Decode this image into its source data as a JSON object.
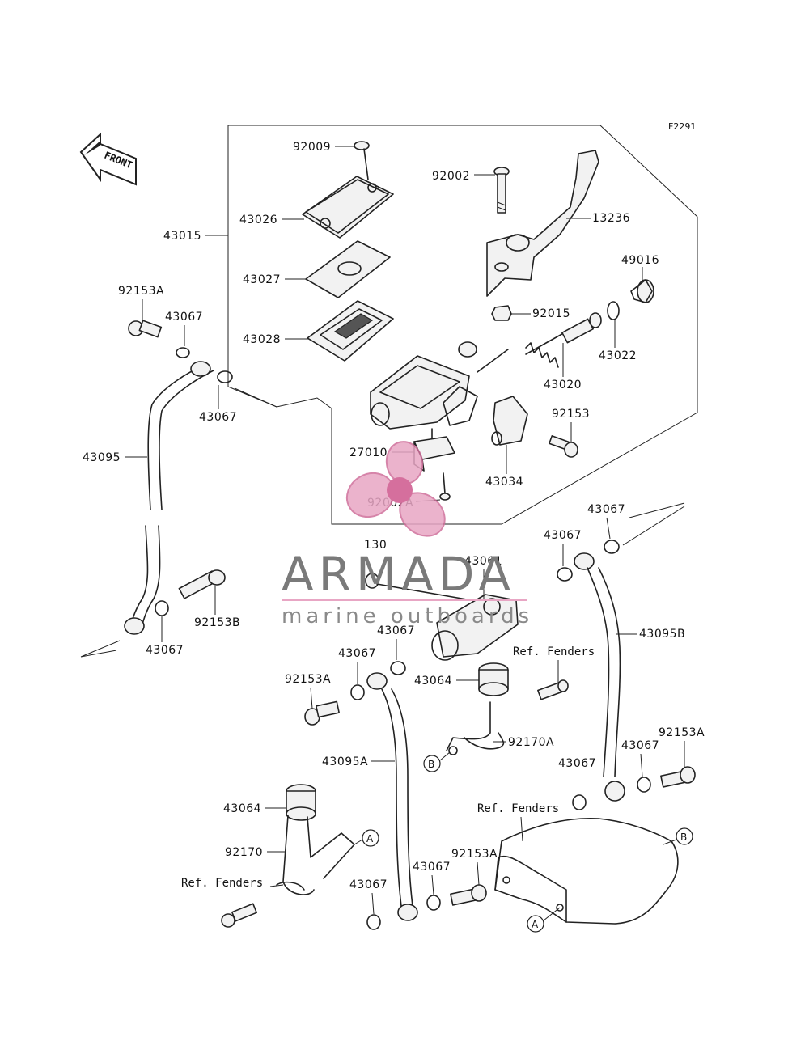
{
  "figure_code": "F2291",
  "front_label": "FRONT",
  "watermark": {
    "brand": "ARMADA",
    "tagline": "marine outboards"
  },
  "parts": {
    "p92009": "92009",
    "p43026": "43026",
    "p43015": "43015",
    "p43027": "43027",
    "p43028": "43028",
    "p92002": "92002",
    "p13236": "13236",
    "p49016": "49016",
    "p92015": "92015",
    "p43022": "43022",
    "p43020": "43020",
    "p92153": "92153",
    "p27010": "27010",
    "p43034": "43034",
    "p92002A": "92002A",
    "p92153A_1": "92153A",
    "p43067_1": "43067",
    "p43067_2": "43067",
    "p43095": "43095",
    "p92153B": "92153B",
    "p43067_3": "43067",
    "p130": "130",
    "p43061": "43061",
    "p43067_4": "43067",
    "p43067_5": "43067",
    "p43095B": "43095B",
    "p43067_6": "43067",
    "p43067_7": "43067",
    "p92153A_2": "92153A",
    "p43064_1": "43064",
    "p92170A": "92170A",
    "p43095A": "43095A",
    "p43067_8": "43067",
    "p92153A_3": "92153A",
    "p43067_9": "43067",
    "p43064_2": "43064",
    "p92170": "92170",
    "p43067_10": "43067",
    "p92153A_4": "92153A",
    "p43067_11": "43067"
  },
  "refs": {
    "ref1": "Ref. Fenders",
    "ref2": "Ref. Fenders",
    "ref3": "Ref. Fenders"
  },
  "callouts": {
    "A1": "A",
    "A2": "A",
    "B1": "B",
    "B2": "B"
  }
}
